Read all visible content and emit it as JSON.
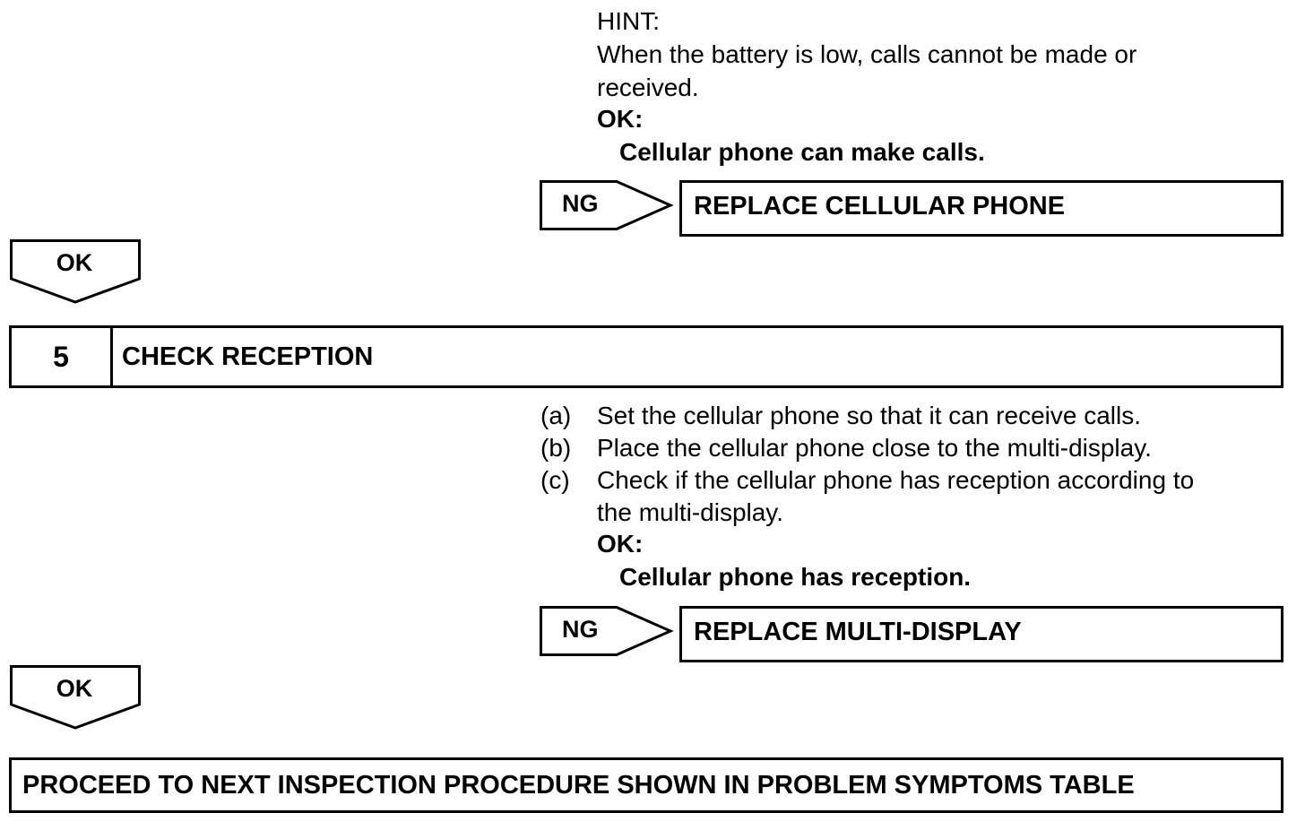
{
  "step4_tail": {
    "hint_label": "HINT:",
    "hint_line1": "When the battery is low, calls cannot be made or",
    "hint_line2": "received.",
    "ok_label": "OK:",
    "ok_text": "Cellular phone can make calls.",
    "ng_label": "NG",
    "ng_result": "REPLACE CELLULAR PHONE",
    "ok_pointer": "OK"
  },
  "step5": {
    "number": "5",
    "title": "CHECK RECEPTION",
    "items": [
      {
        "label": "(a)",
        "lines": [
          "Set the cellular phone so that it can receive calls."
        ]
      },
      {
        "label": "(b)",
        "lines": [
          "Place the cellular phone close to the multi-display."
        ]
      },
      {
        "label": "(c)",
        "lines": [
          "Check if the cellular phone has reception according to",
          "the multi-display."
        ]
      }
    ],
    "ok_label": "OK:",
    "ok_text": "Cellular phone has reception.",
    "ng_label": "NG",
    "ng_result": "REPLACE MULTI-DISPLAY",
    "ok_pointer": "OK"
  },
  "final": {
    "text": "PROCEED TO NEXT INSPECTION PROCEDURE SHOWN IN PROBLEM SYMPTOMS TABLE"
  }
}
